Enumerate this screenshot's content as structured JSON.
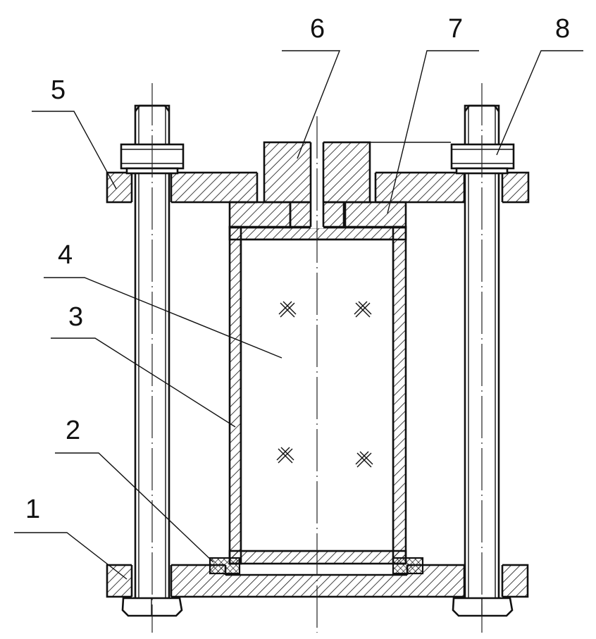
{
  "labels": {
    "l1": "1",
    "l2": "2",
    "l3": "3",
    "l4": "4",
    "l5": "5",
    "l6": "6",
    "l7": "7",
    "l8": "8"
  },
  "colors": {
    "line": "#111111",
    "background": "#ffffff"
  }
}
